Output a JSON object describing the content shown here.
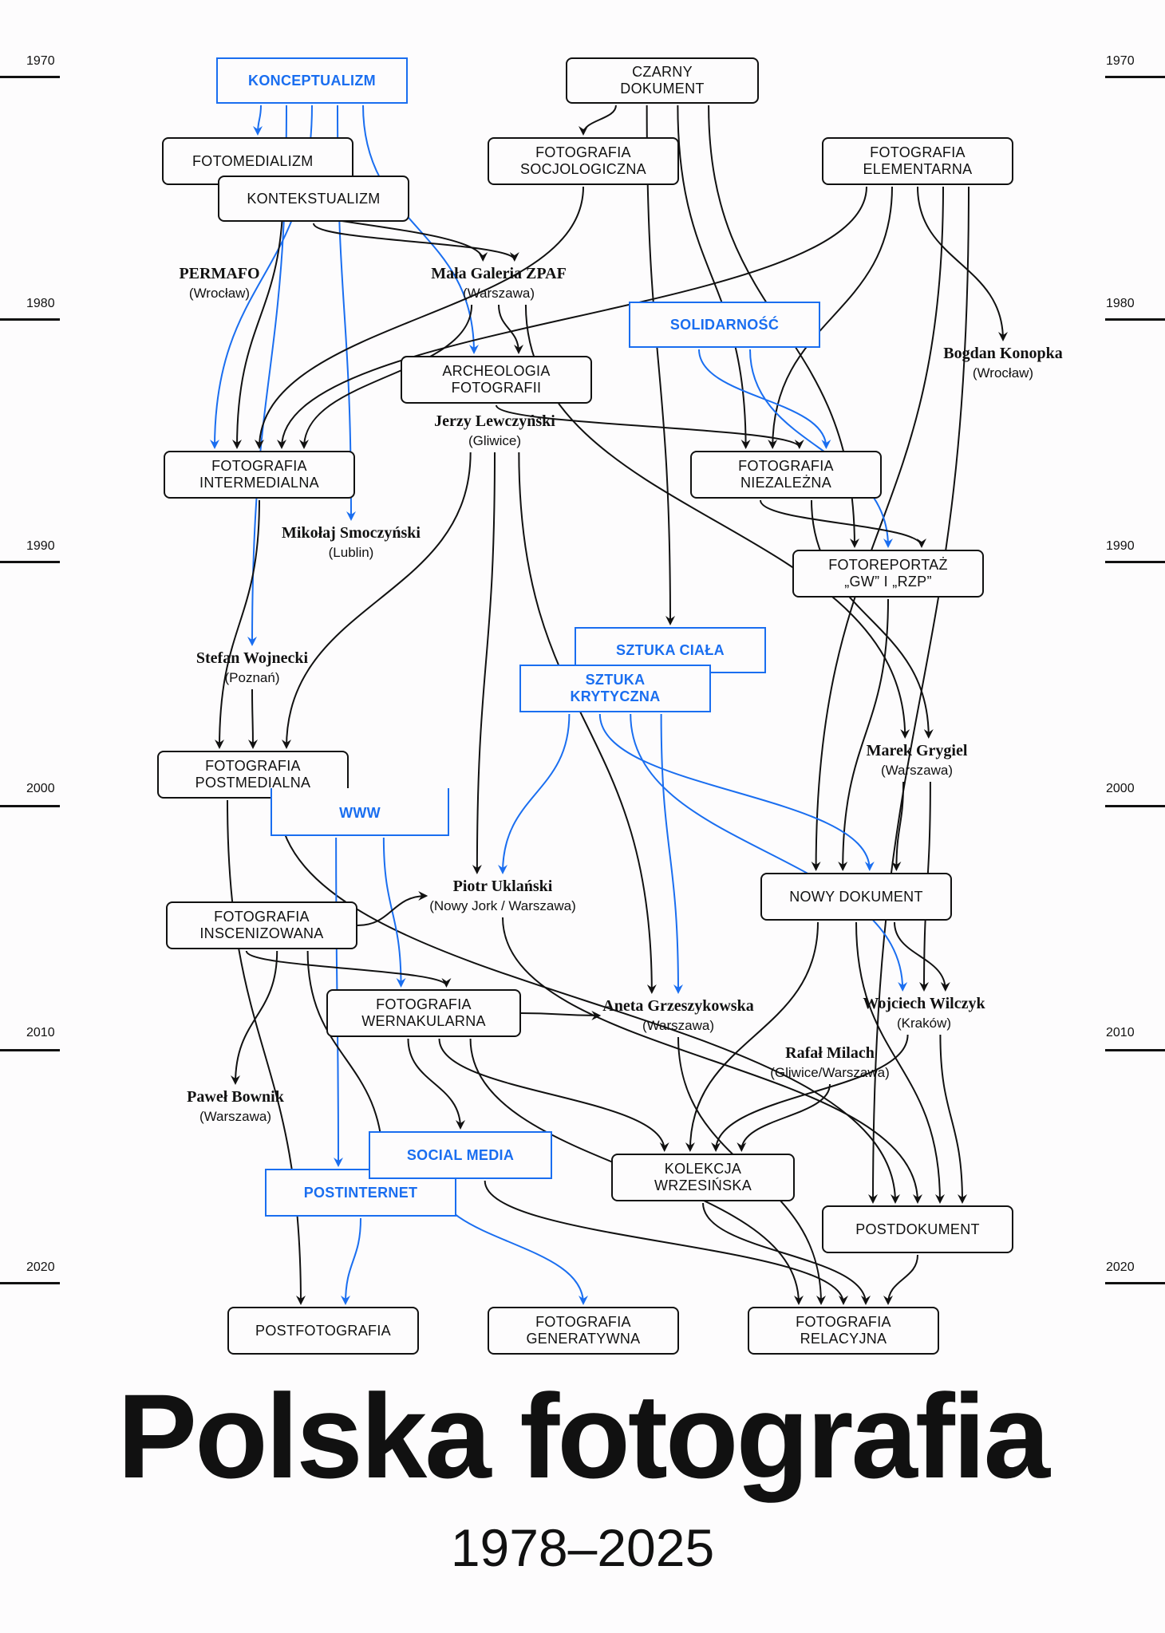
{
  "colors": {
    "ink": "#111111",
    "accent": "#1a6ef0",
    "background": "#fdfcfd"
  },
  "years": [
    "1970",
    "1980",
    "1990",
    "2000",
    "2010",
    "2020"
  ],
  "nodes": {
    "konceptualizm": {
      "label": "KONCEPTUALIZM",
      "style": "blue"
    },
    "czarny_dokument": {
      "label": "CZARNY\nDOKUMENT",
      "style": "black"
    },
    "fotomedializm": {
      "label": "FOTOMEDIALIZM",
      "style": "black"
    },
    "kontekstualizm": {
      "label": "KONTEKSTUALIZM",
      "style": "black"
    },
    "fotografia_socjologiczna": {
      "label": "FOTOGRAFIA\nSOCJOLOGICZNA",
      "style": "black"
    },
    "fotografia_elementarna": {
      "label": "FOTOGRAFIA\nELEMENTARNA",
      "style": "black"
    },
    "solidarnosc": {
      "label": "SOLIDARNOŚĆ",
      "style": "blue"
    },
    "archeologia_fotografii": {
      "label": "ARCHEOLOGIA\nFOTOGRAFII",
      "style": "black"
    },
    "fotografia_intermedialna": {
      "label": "FOTOGRAFIA\nINTERMEDIALNA",
      "style": "black"
    },
    "fotografia_niezalezna": {
      "label": "FOTOGRAFIA\nNIEZALEŻNA",
      "style": "black"
    },
    "fotoreportaz": {
      "label": "FOTOREPORTAŻ\n„GW” I „RZP”",
      "style": "black"
    },
    "sztuka_ciala": {
      "label": "SZTUKA CIAŁA",
      "style": "blue"
    },
    "sztuka_krytyczna": {
      "label": "SZTUKA\nKRYTYCZNA",
      "style": "blue"
    },
    "fotografia_postmedialna": {
      "label": "FOTOGRAFIA\nPOSTMEDIALNA",
      "style": "black"
    },
    "www": {
      "label": "WWW",
      "style": "blue"
    },
    "nowy_dokument": {
      "label": "NOWY DOKUMENT",
      "style": "black"
    },
    "fotografia_inscenizowana": {
      "label": "FOTOGRAFIA\nINSCENIZOWANA",
      "style": "black"
    },
    "fotografia_wernakularna": {
      "label": "FOTOGRAFIA\nWERNAKULARNA",
      "style": "black"
    },
    "social_media": {
      "label": "SOCIAL MEDIA",
      "style": "blue"
    },
    "postinternet": {
      "label": "POSTINTERNET",
      "style": "blue"
    },
    "kolekcja_wrzesinska": {
      "label": "KOLEKCJA\nWRZESIŃSKA",
      "style": "black"
    },
    "postdokument": {
      "label": "POSTDOKUMENT",
      "style": "black"
    },
    "postfotografia": {
      "label": "POSTFOTOGRAFIA",
      "style": "black"
    },
    "fotografia_generatywna": {
      "label": "FOTOGRAFIA\nGENERATYWNA",
      "style": "black"
    },
    "fotografia_relacyjna": {
      "label": "FOTOGRAFIA\nRELACYJNA",
      "style": "black"
    }
  },
  "persons": {
    "permafo": {
      "name": "PERMAFO",
      "city": "(Wrocław)"
    },
    "mala_galeria": {
      "name": "Mała Galeria ZPAF",
      "city": "(Warszawa)"
    },
    "bogdan_konopka": {
      "name": "Bogdan Konopka",
      "city": "(Wrocław)"
    },
    "jerzy_lewczynski": {
      "name": "Jerzy Lewczyński",
      "city": "(Gliwice)"
    },
    "mikolaj_smoczynski": {
      "name": "Mikołaj Smoczyński",
      "city": "(Lublin)"
    },
    "stefan_wojnecki": {
      "name": "Stefan Wojnecki",
      "city": "(Poznań)"
    },
    "marek_grygiel": {
      "name": "Marek Grygiel",
      "city": "(Warszawa)"
    },
    "piotr_uklanski": {
      "name": "Piotr Uklański",
      "city": "(Nowy Jork / Warszawa)"
    },
    "aneta_grzeszykowska": {
      "name": "Aneta Grzeszykowska",
      "city": "(Warszawa)"
    },
    "wojciech_wilczyk": {
      "name": "Wojciech Wilczyk",
      "city": "(Kraków)"
    },
    "rafal_milach": {
      "name": "Rafał Milach",
      "city": "(Gliwice/Warszawa)"
    },
    "pawel_bownik": {
      "name": "Paweł Bownik",
      "city": "(Warszawa)"
    }
  },
  "edges": [
    {
      "from": "konceptualizm",
      "to": "fotomedializm",
      "color": "accent"
    },
    {
      "from": "konceptualizm",
      "to": "stefan_wojnecki",
      "color": "accent"
    },
    {
      "from": "konceptualizm",
      "to": "fotografia_intermedialna",
      "color": "accent"
    },
    {
      "from": "konceptualizm",
      "to": "mikolaj_smoczynski",
      "color": "accent"
    },
    {
      "from": "konceptualizm",
      "to": "archeologia_fotografii",
      "color": "accent"
    },
    {
      "from": "czarny_dokument",
      "to": "fotografia_socjologiczna",
      "color": "ink"
    },
    {
      "from": "czarny_dokument",
      "to": "sztuka_ciala",
      "color": "ink"
    },
    {
      "from": "czarny_dokument",
      "to": "fotografia_niezalezna",
      "color": "ink"
    },
    {
      "from": "czarny_dokument",
      "to": "fotoreportaz",
      "color": "ink"
    },
    {
      "from": "fotomedializm",
      "to": "mala_galeria",
      "color": "ink"
    },
    {
      "from": "fotomedializm",
      "to": "fotografia_intermedialna",
      "color": "ink"
    },
    {
      "from": "kontekstualizm",
      "to": "mala_galeria",
      "color": "ink"
    },
    {
      "from": "fotografia_socjologiczna",
      "to": "fotografia_intermedialna",
      "color": "ink"
    },
    {
      "from": "fotografia_elementarna",
      "to": "fotografia_intermedialna",
      "color": "ink"
    },
    {
      "from": "fotografia_elementarna",
      "to": "fotografia_niezalezna",
      "color": "ink"
    },
    {
      "from": "fotografia_elementarna",
      "to": "bogdan_konopka",
      "color": "ink"
    },
    {
      "from": "fotografia_elementarna",
      "to": "nowy_dokument",
      "color": "ink"
    },
    {
      "from": "fotografia_elementarna",
      "to": "postdokument",
      "color": "ink"
    },
    {
      "from": "mala_galeria",
      "to": "fotografia_intermedialna",
      "color": "ink"
    },
    {
      "from": "mala_galeria",
      "to": "archeologia_fotografii",
      "color": "ink"
    },
    {
      "from": "mala_galeria",
      "to": "marek_grygiel",
      "color": "ink"
    },
    {
      "from": "archeologia_fotografii",
      "to": "fotografia_niezalezna",
      "color": "ink"
    },
    {
      "from": "solidarnosc",
      "to": "fotografia_niezalezna",
      "color": "accent"
    },
    {
      "from": "solidarnosc",
      "to": "fotoreportaz",
      "color": "accent"
    },
    {
      "from": "fotografia_niezalezna",
      "to": "fotoreportaz",
      "color": "ink"
    },
    {
      "from": "fotografia_niezalezna",
      "to": "marek_grygiel",
      "color": "ink"
    },
    {
      "from": "fotoreportaz",
      "to": "nowy_dokument",
      "color": "ink"
    },
    {
      "from": "fotografia_intermedialna",
      "to": "fotografia_postmedialna",
      "color": "ink"
    },
    {
      "from": "stefan_wojnecki",
      "to": "fotografia_postmedialna",
      "color": "ink"
    },
    {
      "from": "jerzy_lewczynski",
      "to": "fotografia_postmedialna",
      "color": "ink"
    },
    {
      "from": "jerzy_lewczynski",
      "to": "piotr_uklanski",
      "color": "ink"
    },
    {
      "from": "jerzy_lewczynski",
      "to": "aneta_grzeszykowska",
      "color": "ink"
    },
    {
      "from": "sztuka_krytyczna",
      "to": "piotr_uklanski",
      "color": "accent"
    },
    {
      "from": "sztuka_krytyczna",
      "to": "nowy_dokument",
      "color": "accent"
    },
    {
      "from": "sztuka_krytyczna",
      "to": "wojciech_wilczyk",
      "color": "accent"
    },
    {
      "from": "sztuka_krytyczna",
      "to": "aneta_grzeszykowska",
      "color": "accent"
    },
    {
      "from": "marek_grygiel",
      "to": "nowy_dokument",
      "color": "ink"
    },
    {
      "from": "marek_grygiel",
      "to": "wojciech_wilczyk",
      "color": "ink"
    },
    {
      "from": "fotografia_postmedialna",
      "to": "postfotografia",
      "color": "ink"
    },
    {
      "from": "fotografia_postmedialna",
      "to": "postdokument",
      "color": "ink"
    },
    {
      "from": "www",
      "to": "postinternet",
      "color": "accent"
    },
    {
      "from": "www",
      "to": "fotografia_wernakularna",
      "color": "accent"
    },
    {
      "from": "fotografia_inscenizowana",
      "to": "piotr_uklanski",
      "color": "ink"
    },
    {
      "from": "fotografia_inscenizowana",
      "to": "fotografia_wernakularna",
      "color": "ink"
    },
    {
      "from": "fotografia_inscenizowana",
      "to": "pawel_bownik",
      "color": "ink"
    },
    {
      "from": "fotografia_inscenizowana",
      "to": "postinternet",
      "color": "ink"
    },
    {
      "from": "piotr_uklanski",
      "to": "postdokument",
      "color": "ink"
    },
    {
      "from": "fotografia_wernakularna",
      "to": "aneta_grzeszykowska",
      "color": "ink"
    },
    {
      "from": "fotografia_wernakularna",
      "to": "social_media",
      "color": "ink"
    },
    {
      "from": "fotografia_wernakularna",
      "to": "kolekcja_wrzesinska",
      "color": "ink"
    },
    {
      "from": "fotografia_wernakularna",
      "to": "fotografia_relacyjna",
      "color": "ink"
    },
    {
      "from": "nowy_dokument",
      "to": "kolekcja_wrzesinska",
      "color": "ink"
    },
    {
      "from": "nowy_dokument",
      "to": "postdokument",
      "color": "ink"
    },
    {
      "from": "nowy_dokument",
      "to": "wojciech_wilczyk",
      "color": "ink"
    },
    {
      "from": "wojciech_wilczyk",
      "to": "kolekcja_wrzesinska",
      "color": "ink"
    },
    {
      "from": "wojciech_wilczyk",
      "to": "postdokument",
      "color": "ink"
    },
    {
      "from": "rafal_milach",
      "to": "kolekcja_wrzesinska",
      "color": "ink"
    },
    {
      "from": "aneta_grzeszykowska",
      "to": "fotografia_relacyjna",
      "color": "ink"
    },
    {
      "from": "social_media",
      "to": "fotografia_generatywna",
      "color": "accent"
    },
    {
      "from": "social_media",
      "to": "fotografia_relacyjna",
      "color": "ink"
    },
    {
      "from": "postinternet",
      "to": "postfotografia",
      "color": "accent"
    },
    {
      "from": "kolekcja_wrzesinska",
      "to": "fotografia_relacyjna",
      "color": "ink"
    },
    {
      "from": "postdokument",
      "to": "fotografia_relacyjna",
      "color": "ink"
    }
  ],
  "title": "Polska fotografia",
  "subtitle": "1978–2025"
}
